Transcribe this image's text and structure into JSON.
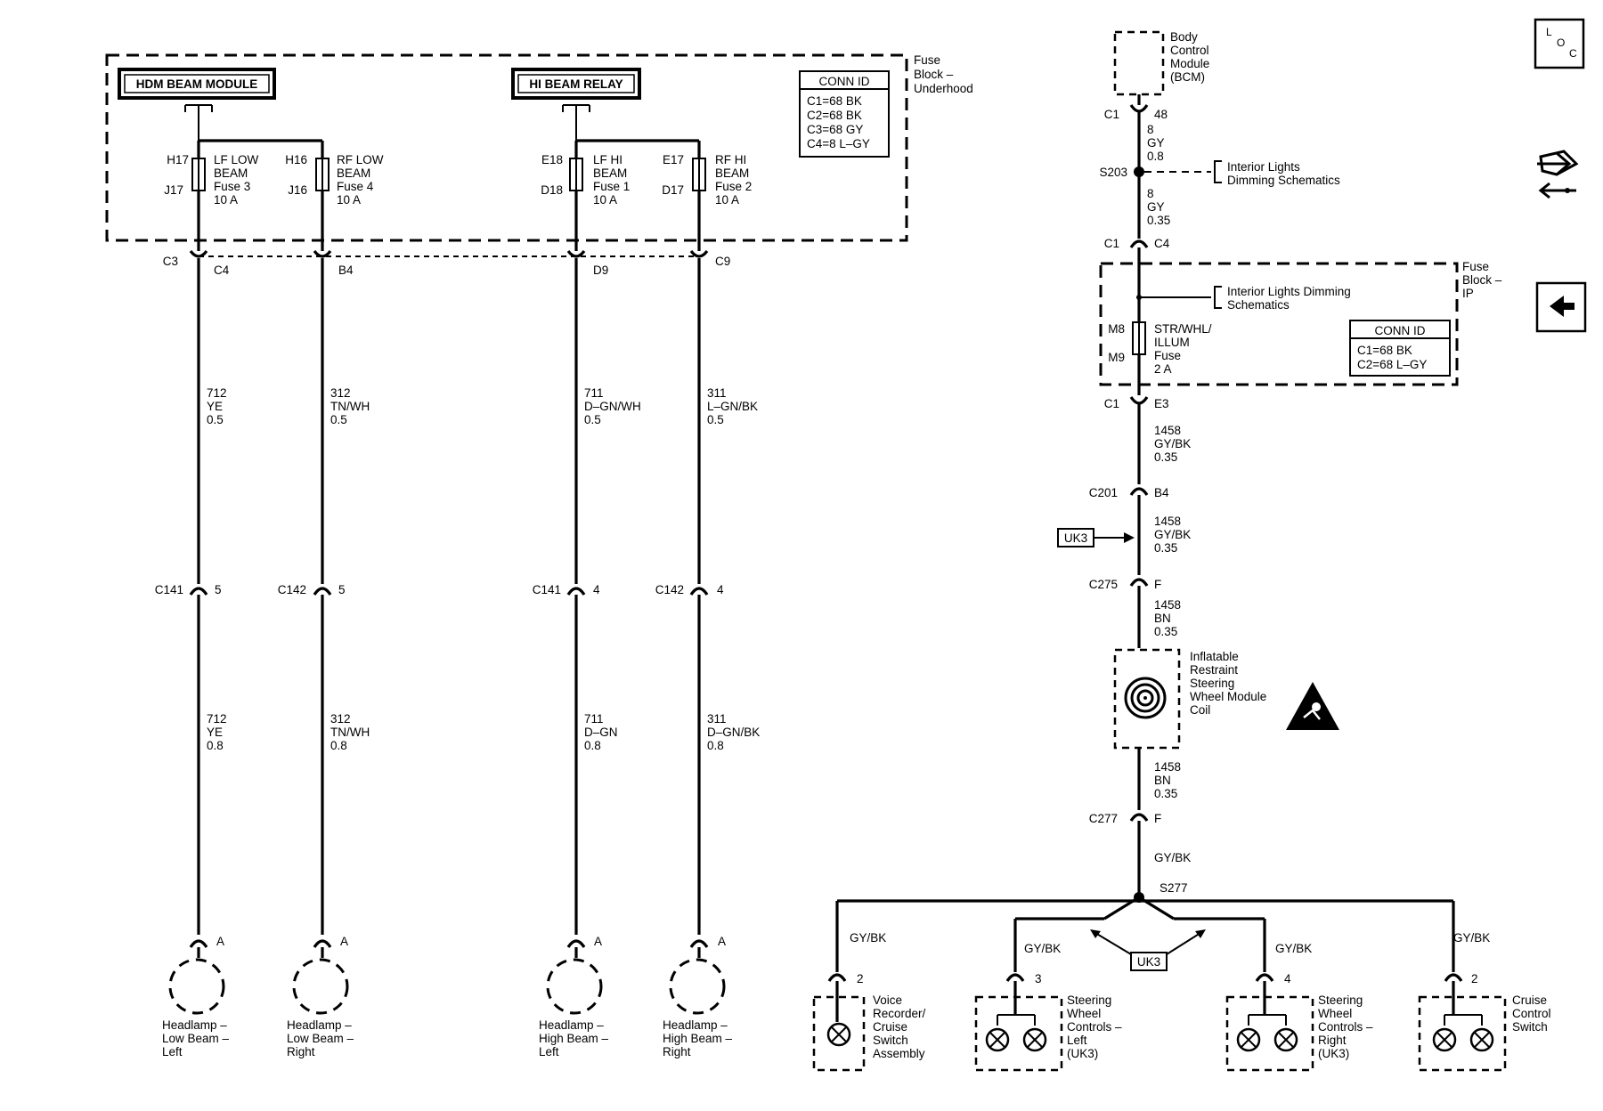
{
  "fuse_block_underhood": {
    "title": [
      "Fuse",
      "Block –",
      "Underhood"
    ],
    "hdm_beam_module": "HDM BEAM MODULE",
    "hi_beam_relay": "HI BEAM RELAY",
    "conn_id": {
      "title": "CONN ID",
      "lines": [
        "C1=68 BK",
        "C2=68 BK",
        "C3=68 GY",
        "C4=8 L–GY"
      ]
    },
    "fuses": [
      {
        "top_pin": "H17",
        "bottom_pin": "J17",
        "lines": [
          "LF LOW",
          "BEAM",
          "Fuse 3",
          "10 A"
        ]
      },
      {
        "top_pin": "H16",
        "bottom_pin": "J16",
        "lines": [
          "RF LOW",
          "BEAM",
          "Fuse 4",
          "10 A"
        ]
      },
      {
        "top_pin": "E18",
        "bottom_pin": "D18",
        "lines": [
          "LF HI",
          "BEAM",
          "Fuse 1",
          "10 A"
        ]
      },
      {
        "top_pin": "E17",
        "bottom_pin": "D17",
        "lines": [
          "RF HI",
          "BEAM",
          "Fuse 2",
          "10 A"
        ]
      }
    ]
  },
  "headlamp_circuits": [
    {
      "conn_top_left": "C3",
      "conn_top_right": "C4",
      "wire1": [
        "712",
        "YE",
        "0.5"
      ],
      "inline_conn": "C141",
      "inline_pin": "5",
      "wire2": [
        "712",
        "YE",
        "0.8"
      ],
      "lamp_pin": "A",
      "lamp_name": [
        "Headlamp –",
        "Low Beam –",
        "Left"
      ]
    },
    {
      "conn_top_left": "",
      "conn_top_right": "B4",
      "wire1": [
        "312",
        "TN/WH",
        "0.5"
      ],
      "inline_conn": "C142",
      "inline_pin": "5",
      "wire2": [
        "312",
        "TN/WH",
        "0.8"
      ],
      "lamp_pin": "A",
      "lamp_name": [
        "Headlamp –",
        "Low Beam –",
        "Right"
      ]
    },
    {
      "conn_top_left": "",
      "conn_top_right": "D9",
      "wire1": [
        "711",
        "D–GN/WH",
        "0.5"
      ],
      "inline_conn": "C141",
      "inline_pin": "4",
      "wire2": [
        "711",
        "D–GN",
        "0.8"
      ],
      "lamp_pin": "A",
      "lamp_name": [
        "Headlamp –",
        "High Beam –",
        "Left"
      ]
    },
    {
      "conn_top_left": "",
      "conn_top_right": "C9",
      "wire1": [
        "311",
        "L–GN/BK",
        "0.5"
      ],
      "inline_conn": "C142",
      "inline_pin": "4",
      "wire2": [
        "311",
        "D–GN/BK",
        "0.8"
      ],
      "lamp_pin": "A",
      "lamp_name": [
        "Headlamp –",
        "High Beam –",
        "Right"
      ]
    }
  ],
  "bcm": {
    "name": [
      "Body",
      "Control",
      "Module",
      "(BCM)"
    ],
    "conn": "C1",
    "pin": "48",
    "wire1": [
      "8",
      "GY",
      "0.8"
    ],
    "splice": "S203",
    "ref1": [
      "Interior Lights",
      "Dimming Schematics"
    ],
    "wire2": [
      "8",
      "GY",
      "0.35"
    ],
    "conn2_left": "C1",
    "conn2_right": "C4"
  },
  "fuse_block_ip": {
    "title": [
      "Fuse",
      "Block –",
      "IP"
    ],
    "ref": [
      "Interior Lights Dimming",
      "Schematics"
    ],
    "fuse_top_pin": "M8",
    "fuse_bottom_pin": "M9",
    "fuse_lines": [
      "STR/WHL/",
      "ILLUM",
      "Fuse",
      "2 A"
    ],
    "conn_id": {
      "title": "CONN ID",
      "lines": [
        "C1=68 BK",
        "C2=68 L–GY"
      ]
    },
    "out_conn_left": "C1",
    "out_conn_right": "E3"
  },
  "steering_circuit": {
    "wire3": [
      "1458",
      "GY/BK",
      "0.35"
    ],
    "c201": "C201",
    "c201_pin": "B4",
    "wire4": [
      "1458",
      "GY/BK",
      "0.35"
    ],
    "uk3_tag": "UK3",
    "c275": "C275",
    "c275_pin": "F",
    "wire5": [
      "1458",
      "BN",
      "0.35"
    ],
    "coil_name": [
      "Inflatable",
      "Restraint",
      "Steering",
      "Wheel Module",
      "Coil"
    ],
    "wire6": [
      "1458",
      "BN",
      "0.35"
    ],
    "c277": "C277",
    "c277_pin": "F",
    "wire7": "GY/BK",
    "splice": "S277",
    "uk3_branch_tag": "UK3"
  },
  "loads": [
    {
      "wire": "GY/BK",
      "pin": "2",
      "name": [
        "Voice",
        "Recorder/",
        "Cruise",
        "Switch",
        "Assembly"
      ]
    },
    {
      "wire": "GY/BK",
      "pin": "3",
      "name": [
        "Steering",
        "Wheel",
        "Controls –",
        "Left",
        "(UK3)"
      ]
    },
    {
      "wire": "GY/BK",
      "pin": "4",
      "name": [
        "Steering",
        "Wheel",
        "Controls –",
        "Right",
        "(UK3)"
      ]
    },
    {
      "wire": "GY/BK",
      "pin": "2",
      "name": [
        "Cruise",
        "Control",
        "Switch"
      ]
    }
  ],
  "side_icons": {
    "loc_label": "L O C",
    "icons": [
      "loc-icon",
      "connector-icon",
      "back-arrow-icon"
    ]
  }
}
